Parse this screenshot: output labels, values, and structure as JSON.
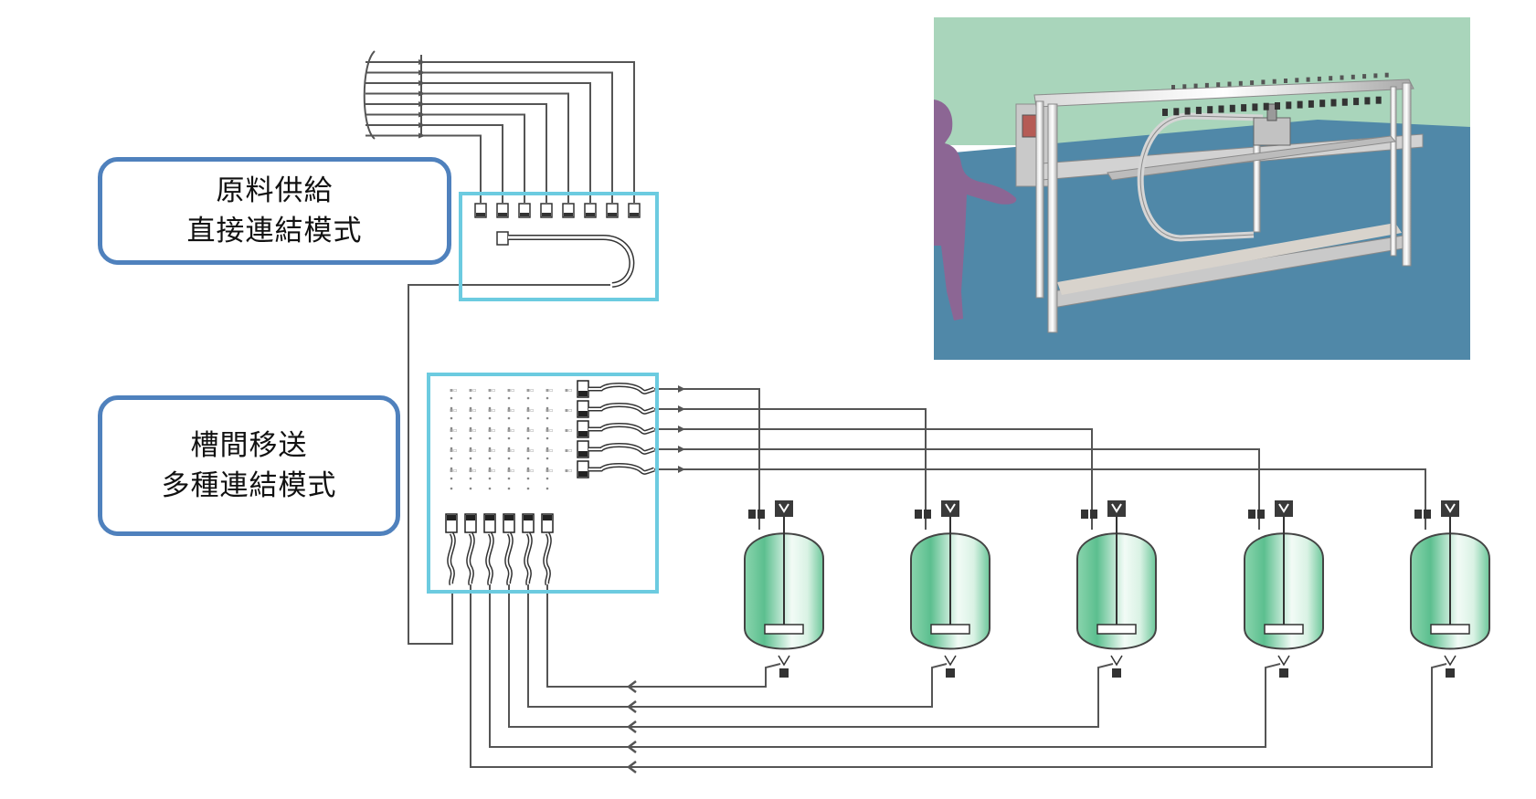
{
  "labels": {
    "direct_supply": {
      "line1": "原料供給",
      "line2": "直接連結模式"
    },
    "inter_tank": {
      "line1": "槽間移送",
      "line2": "多種連結模式"
    }
  },
  "diagram": {
    "supply_lines": 8,
    "supply_couplers": 8,
    "transfer_out_couplers": 5,
    "transfer_in_couplers": 6,
    "tanks": 5,
    "colors": {
      "line": "#555555",
      "highlight_frame": "#6ccbe0",
      "label_border": "#4f81bd",
      "tank_fill": "#7fd1a8",
      "render_sky": "#a9d5bb",
      "render_floor": "#5088a8",
      "person": "#8c6694"
    }
  }
}
